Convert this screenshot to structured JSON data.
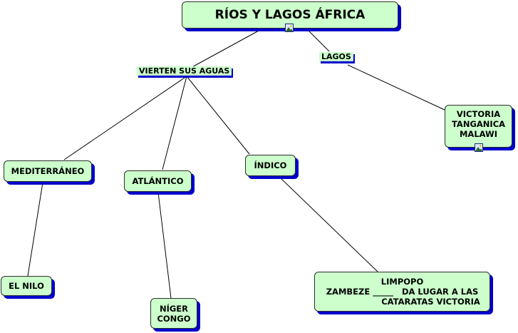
{
  "map": {
    "title": "RÍOS Y LAGOS ÁFRICA",
    "labels": {
      "vierten": "VIERTEN SUS AGUAS",
      "lagos": "LAGOS"
    },
    "nodes": {
      "mediterraneo": "MEDITERRÁNEO",
      "atlantico": "ATLÁNTICO",
      "indico": "ÍNDICO",
      "nilo": "EL NILO",
      "niger_congo": [
        "NÍGER",
        "CONGO"
      ],
      "lakes": [
        "VICTORIA",
        "TANGANICA",
        "MALAWI"
      ],
      "indico_rivers": [
        "LIMPOPO",
        "ZAMBEZE _____   DA LUGAR A LAS",
        "CATARATAS VICTORIA"
      ]
    }
  },
  "colors": {
    "node_fill": "#ccffcc",
    "shadow": "#0000cc",
    "line": "#000000"
  },
  "icons": [
    "image-icon"
  ]
}
